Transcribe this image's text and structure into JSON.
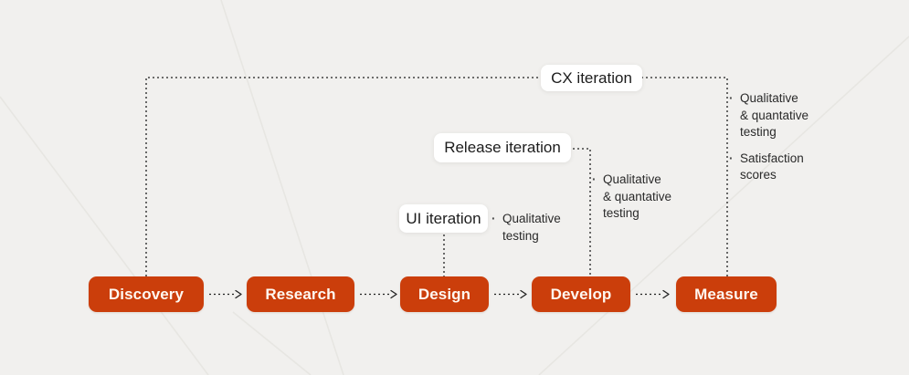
{
  "diagram": {
    "name": "UX process iteration loops",
    "palette": {
      "background": "#f1f0ee",
      "stage_fill": "#cb3e0b",
      "stage_text": "#fff8f1",
      "label_fill": "#ffffff",
      "label_text": "#1c1c1c",
      "note_text": "#2a2a2a",
      "connector": "#1f1f1f"
    },
    "flow": {
      "stages": [
        {
          "label": "Discovery"
        },
        {
          "label": "Research"
        },
        {
          "label": "Design"
        },
        {
          "label": "Develop"
        },
        {
          "label": "Measure"
        }
      ]
    },
    "iteration_loops": {
      "ui": {
        "label": "UI iteration",
        "from": "Design",
        "to": "Design"
      },
      "release": {
        "label": "Release iteration",
        "from": "Develop",
        "to": "Develop"
      },
      "cx": {
        "label": "CX iteration",
        "from": "Discovery",
        "to": "Measure"
      }
    },
    "notes": {
      "bullet_glyph": "·",
      "design": [
        "Qualitative\ntesting"
      ],
      "develop": [
        "Qualitative\n& quantative\ntesting"
      ],
      "measure": [
        "Qualitative\n& quantative\ntesting",
        "Satisfaction\nscores"
      ]
    }
  }
}
